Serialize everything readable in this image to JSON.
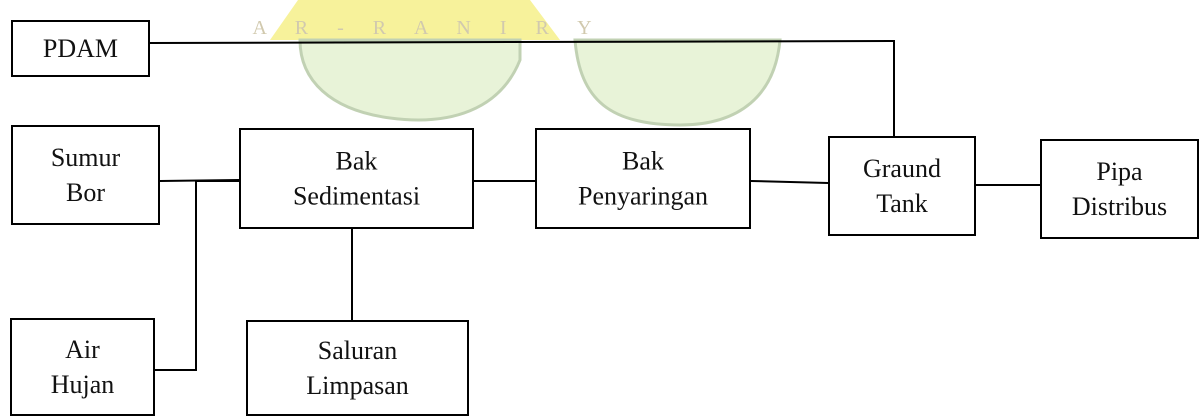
{
  "watermark": {
    "text": "AR-RANIRY",
    "colors": {
      "yellow": "#f6f08a",
      "green": "#cfe8b0",
      "outline": "#b7c9a6"
    }
  },
  "nodes": [
    {
      "id": "pdam",
      "lines": [
        "PDAM"
      ]
    },
    {
      "id": "sumur-bor",
      "lines": [
        "Sumur",
        "Bor"
      ]
    },
    {
      "id": "air-hujan",
      "lines": [
        "Air",
        "Hujan"
      ]
    },
    {
      "id": "bak-sedimentasi",
      "lines": [
        "Bak",
        "Sedimentasi"
      ]
    },
    {
      "id": "saluran-limpasan",
      "lines": [
        "Saluran",
        "Limpasan"
      ]
    },
    {
      "id": "bak-penyaringan",
      "lines": [
        "Bak",
        "Penyaringan"
      ]
    },
    {
      "id": "graund-tank",
      "lines": [
        "Graund",
        "Tank"
      ]
    },
    {
      "id": "pipa-distribus",
      "lines": [
        "Pipa",
        "Distribus"
      ]
    }
  ],
  "edges": [
    {
      "from": "pdam",
      "to": "graund-tank"
    },
    {
      "from": "sumur-bor",
      "to": "bak-sedimentasi"
    },
    {
      "from": "air-hujan",
      "to": "bak-sedimentasi"
    },
    {
      "from": "bak-sedimentasi",
      "to": "saluran-limpasan"
    },
    {
      "from": "bak-sedimentasi",
      "to": "bak-penyaringan"
    },
    {
      "from": "bak-penyaringan",
      "to": "graund-tank"
    },
    {
      "from": "graund-tank",
      "to": "pipa-distribus"
    }
  ],
  "style": {
    "stroke": "#000000",
    "text": "#111111",
    "box_fill": "#ffffff"
  }
}
